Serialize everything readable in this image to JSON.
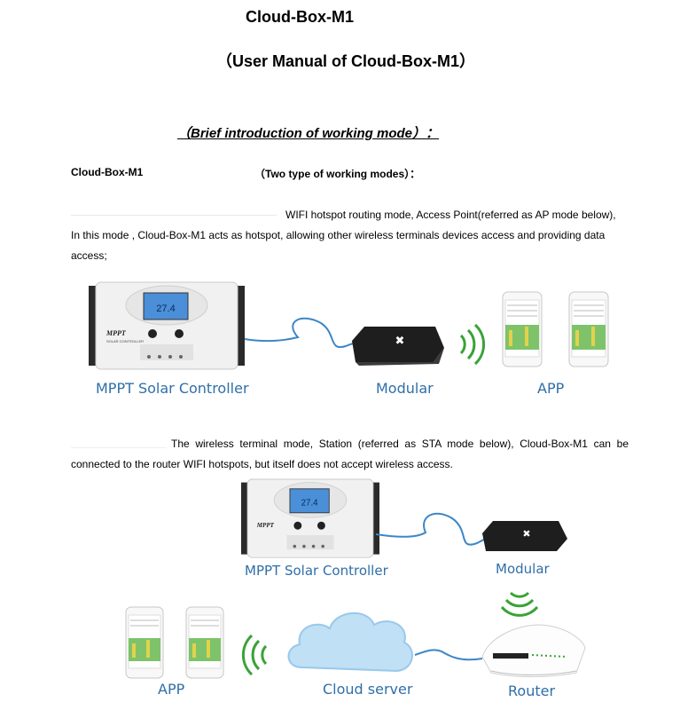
{
  "document": {
    "title": "Cloud-Box-M1",
    "subtitle": "（User Manual of Cloud-Box-M1）",
    "section_heading": "（Brief introduction of working mode）：",
    "model_label": "Cloud-Box-M1",
    "modes_label": "（Two type of working  modes）：",
    "ap_mode": {
      "line1": "WIFI hotspot routing mode, Access Point(referred as AP mode below),",
      "line2": "In this mode , Cloud-Box-M1 acts as hotspot, allowing other wireless terminals devices access and providing data",
      "line3": "access;"
    },
    "sta_mode": {
      "line1": "The  wireless  terminal  mode,  Station  (referred  as  STA  mode  below),  Cloud-Box-M1  can  be",
      "line2": "connected to the router WIFI hotspots, but itself does not accept wireless access."
    }
  },
  "diagram_ap": {
    "controller_label": "MPPT Solar Controller",
    "modular_label": "Modular",
    "app_label": "APP",
    "controller_brand": "MPPT",
    "controller_sub": "SOLAR CONTROLLER",
    "lcd_reading": "27.4"
  },
  "diagram_sta": {
    "controller_label": "MPPT Solar Controller",
    "modular_label": "Modular",
    "app_label": "APP",
    "cloud_label": "Cloud server",
    "router_label": "Router",
    "controller_brand": "MPPT",
    "lcd_reading": "27.4"
  },
  "colors": {
    "label_blue": "#2f6fa8",
    "wifi_green": "#3aa335",
    "cable_blue": "#3d86c6",
    "cloud_blue": "#bfe0f5"
  }
}
